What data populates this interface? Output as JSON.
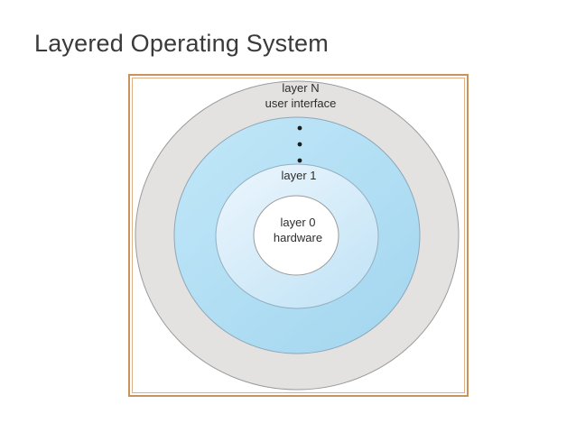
{
  "slide": {
    "title": "Layered Operating System"
  },
  "diagram": {
    "labels": {
      "outer_line1": "layer N",
      "outer_line2": "user interface",
      "layer1": "layer 1",
      "inner_line1": "layer 0",
      "inner_line2": "hardware"
    },
    "colors": {
      "frame_outer": "#c9935e",
      "frame_inner_line": "#dfb084",
      "outer_ring_fill": "#e3e2e1",
      "outer_ring_stroke": "#9b9b9b",
      "blue_ring_light": "#c2e7f9",
      "blue_ring_dark": "#a4d7ef",
      "blue_ring_stroke": "#8ea6b6",
      "layer1_light": "#edf6fd",
      "layer1_dark": "#c3e4f6",
      "layer1_stroke": "#95aebf",
      "inner_circle_fill": "#ffffff",
      "inner_circle_stroke": "#9b9b9b",
      "dot_color": "#1c1c1c",
      "label_text": "#2d2d2d"
    }
  }
}
